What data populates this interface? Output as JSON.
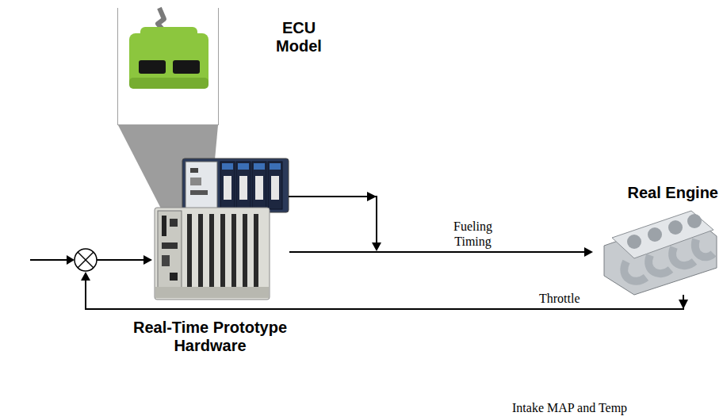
{
  "diagram": {
    "nodes": [
      {
        "text": [
          "ECU Model"
        ]
      },
      {
        "text": [
          "Real-Time Prototype Hardware"
        ]
      },
      {
        "text": [
          "Real Engine"
        ]
      }
    ],
    "edges": [
      {
        "from": 1,
        "to": 2,
        "arrow": "to",
        "label": "Fueling Timing"
      }
    ],
    "labels": [
      "Throttle",
      "Intake MAP and Temp"
    ]
  }
}
